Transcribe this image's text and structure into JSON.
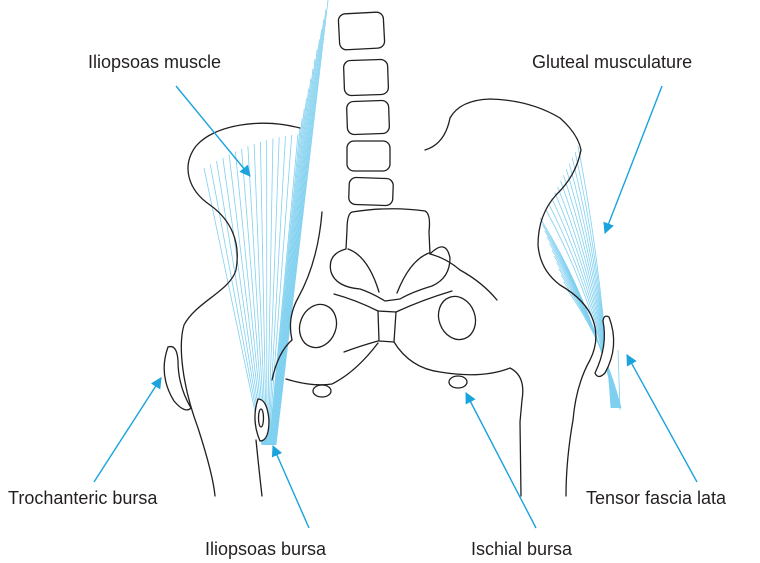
{
  "labels": {
    "iliopsoas_muscle": "Iliopsoas muscle",
    "gluteal_musculature": "Gluteal musculature",
    "trochanteric_bursa": "Trochanteric bursa",
    "iliopsoas_bursa": "Iliopsoas bursa",
    "ischial_bursa": "Ischial bursa",
    "tensor_fascia_lata": "Tensor fascia lata"
  },
  "colors": {
    "arrow": "#1aa3dc",
    "fiber": "#7fd0f0",
    "outline": "#231f20"
  }
}
